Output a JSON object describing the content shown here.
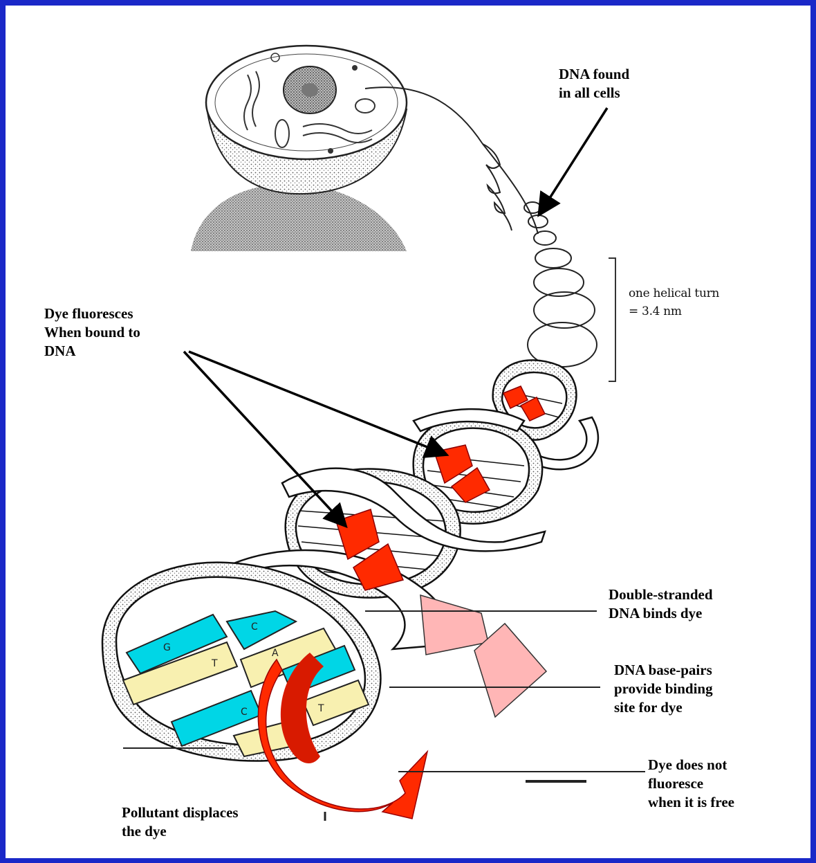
{
  "labels": {
    "dna_found": "DNA found\nin all cells",
    "helical_turn": "one helical turn\n   = 3.4 nm",
    "dye_fluoresces": "Dye fluoresces\nWhen bound to\nDNA",
    "double_stranded": "Double-stranded\nDNA binds dye",
    "base_pairs": "DNA base-pairs\nprovide binding\nsite for dye",
    "dye_free": "Dye does not\nfluoresce\nwhen it is free",
    "pollutant": "Pollutant displaces\nthe dye"
  },
  "base_letters": [
    "G",
    "C",
    "T",
    "A",
    "C",
    "T"
  ],
  "colors": {
    "border": "#1a28c8",
    "bound_dye": "#ff2a00",
    "free_dye": "#ffb6b6",
    "base_cyan": "#00d6e6",
    "base_yellow": "#f8f0b0"
  }
}
